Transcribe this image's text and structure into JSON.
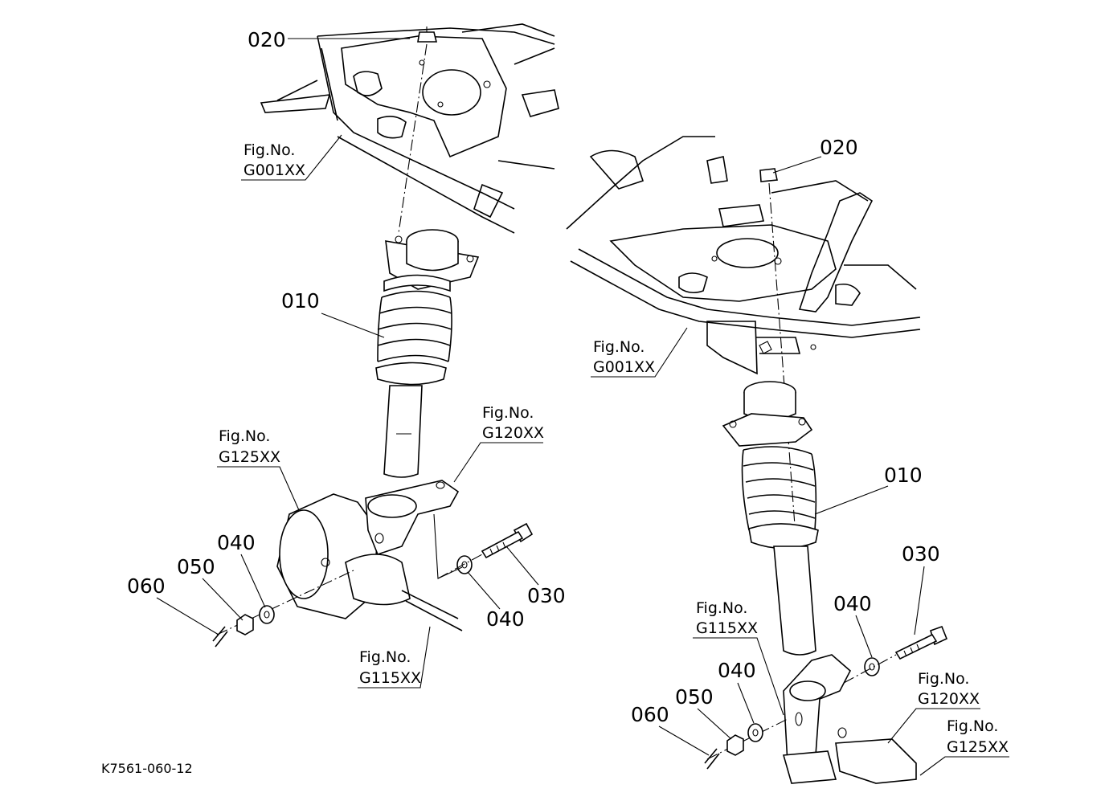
{
  "drawing_code": "K7561-060-12",
  "left_assembly": {
    "callouts": {
      "nut_top": "020",
      "strut": "010",
      "bolt": "030",
      "washer_bolt": "040",
      "washer_nut": "040",
      "nut": "050",
      "pin": "060"
    },
    "fig_refs": {
      "frame": [
        "Fig.No.",
        "G001XX"
      ],
      "hub": [
        "Fig.No.",
        "G125XX"
      ],
      "knuckle": [
        "Fig.No.",
        "G120XX"
      ],
      "axle": [
        "Fig.No.",
        "G115XX"
      ]
    }
  },
  "right_assembly": {
    "callouts": {
      "nut_top": "020",
      "strut": "010",
      "bolt": "030",
      "washer_bolt": "040",
      "washer_nut": "040",
      "nut": "050",
      "pin": "060"
    },
    "fig_refs": {
      "frame": [
        "Fig.No.",
        "G001XX"
      ],
      "axle": [
        "Fig.No.",
        "G115XX"
      ],
      "knuckle": [
        "Fig.No.",
        "G120XX"
      ],
      "hub": [
        "Fig.No.",
        "G125XX"
      ]
    }
  }
}
